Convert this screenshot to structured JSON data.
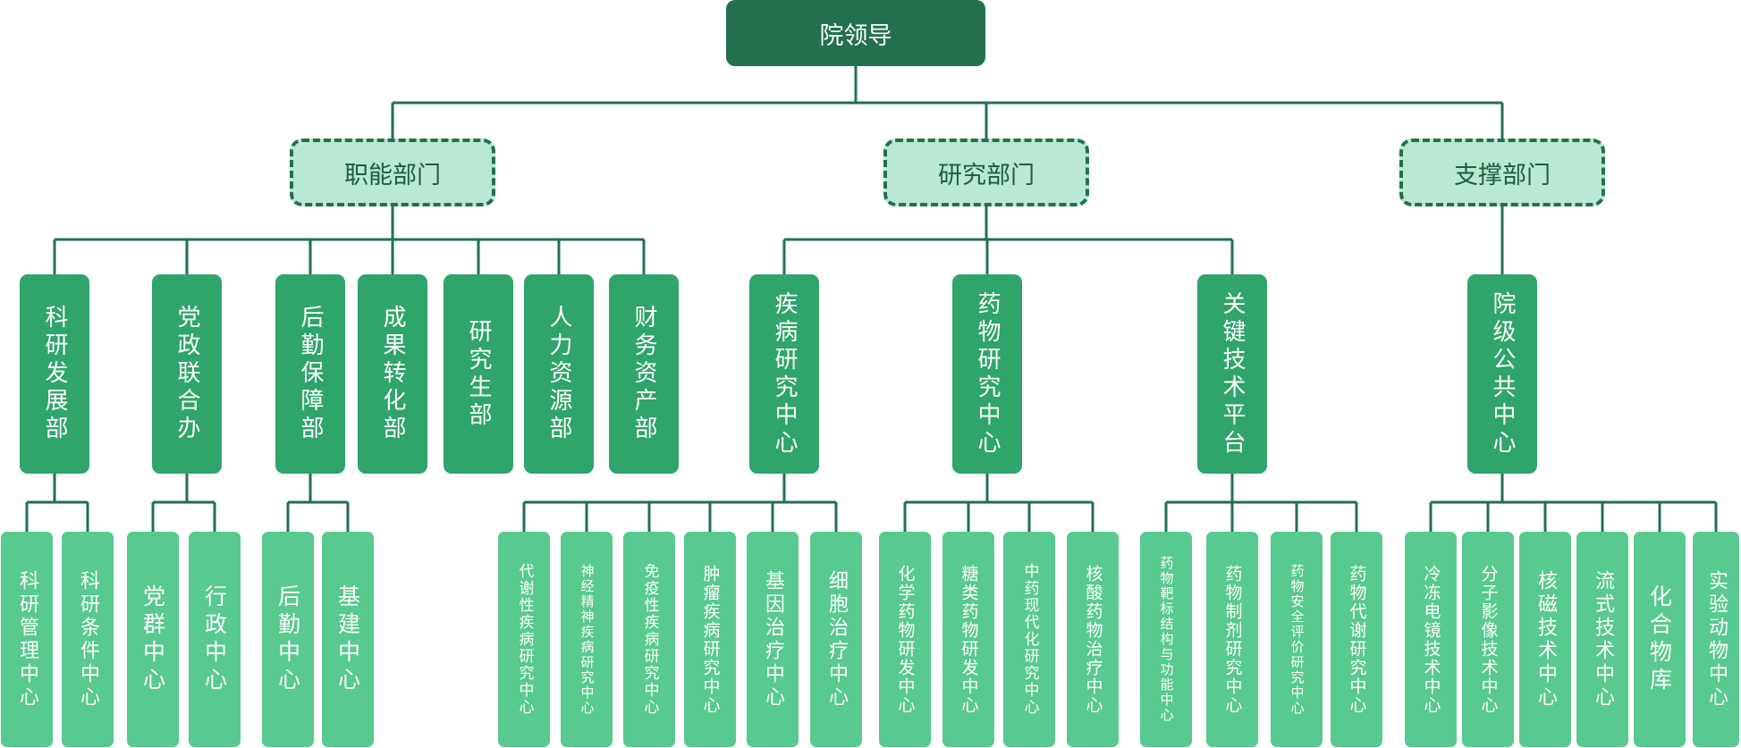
{
  "colors": {
    "line": "#23704c",
    "root": "#23704c",
    "category_fill": "#b9e9d3",
    "category_border": "#23704c",
    "department": "#2fa46b",
    "unit": "#58c98f"
  },
  "root": {
    "label": "院领导"
  },
  "categories": [
    {
      "label": "职能部门",
      "departments": [
        {
          "label": "科研发展部",
          "units": [
            "科研管理中心",
            "科研条件中心"
          ]
        },
        {
          "label": "党政联合办",
          "units": [
            "党群中心",
            "行政中心"
          ]
        },
        {
          "label": "后勤保障部",
          "units": [
            "后勤中心",
            "基建中心"
          ]
        },
        {
          "label": "成果转化部",
          "units": []
        },
        {
          "label": "研究生部",
          "units": []
        },
        {
          "label": "人力资源部",
          "units": []
        },
        {
          "label": "财务资产部",
          "units": []
        }
      ]
    },
    {
      "label": "研究部门",
      "departments": [
        {
          "label": "疾病研究中心",
          "units": [
            "代谢性疾病研究中心",
            "神经精神疾病研究中心",
            "免疫性疾病研究中心",
            "肿瘤疾病研究中心",
            "基因治疗中心",
            "细胞治疗中心"
          ]
        },
        {
          "label": "药物研究中心",
          "units": [
            "化学药物研发中心",
            "糖类药物研发中心",
            "中药现代化研究中心",
            "核酸药物治疗中心"
          ]
        },
        {
          "label": "关键技术平台",
          "units": [
            "药物靶标结构与功能中心",
            "药物制剂研究中心",
            "药物安全评价研究中心",
            "药物代谢研究中心"
          ]
        }
      ]
    },
    {
      "label": "支撑部门",
      "departments": [
        {
          "label": "院级公共中心",
          "units": [
            "冷冻电镜技术中心",
            "分子影像技术中心",
            "核磁技术中心",
            "流式技术中心",
            "化合物库",
            "实验动物中心"
          ]
        }
      ]
    }
  ]
}
